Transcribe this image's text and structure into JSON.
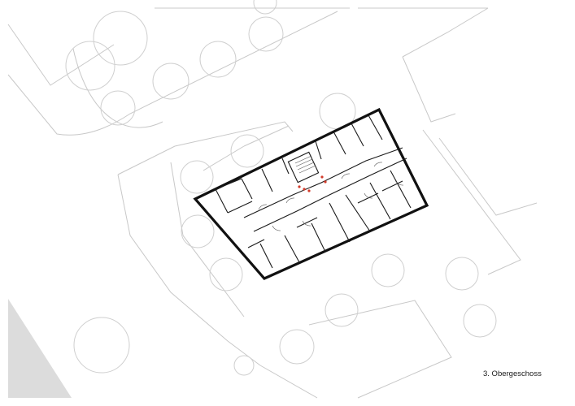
{
  "caption": {
    "floor_label": "3. Obergeschoss"
  },
  "colors": {
    "background": "#ffffff",
    "site_lines": "#c8c8c8",
    "walls": "#111111",
    "corner_wedge": "#dcdcdc",
    "stair_marker": "#d23a2a"
  },
  "diagram": {
    "type": "architectural-floor-plan",
    "view": "plan",
    "north_arrow": false,
    "scale_bar": false
  }
}
